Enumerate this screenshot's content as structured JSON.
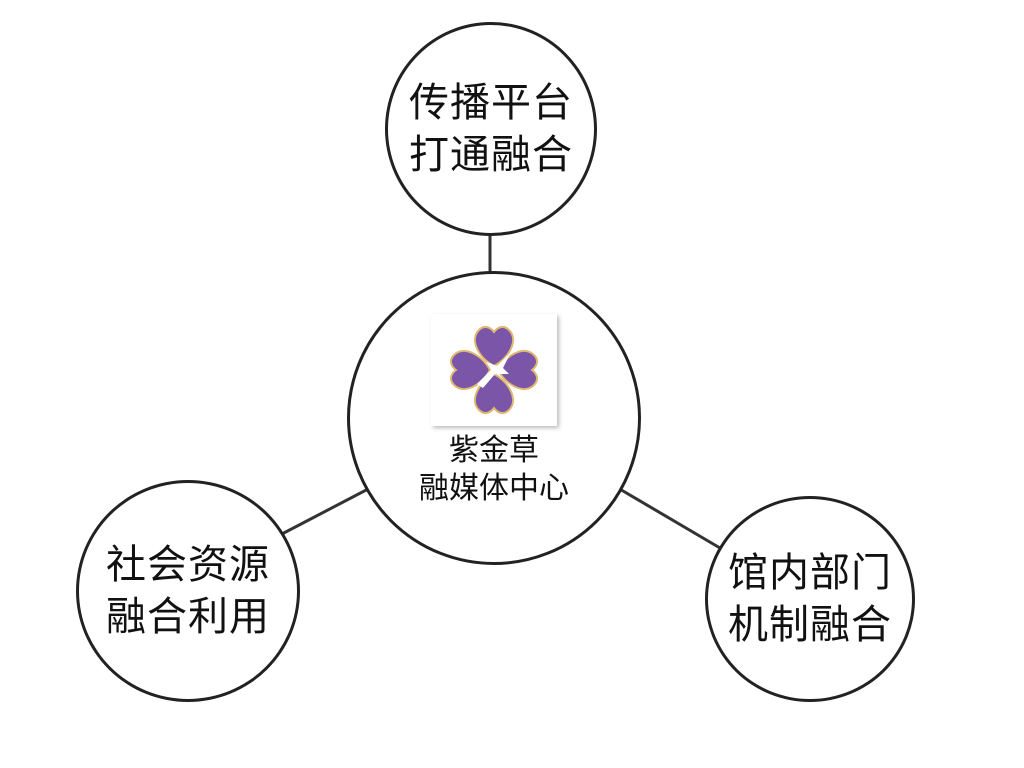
{
  "center": {
    "line1": "紫金草",
    "line2": "融媒体中心",
    "logo_color": "#7b55a8",
    "logo_edge": "#e0b870"
  },
  "top": {
    "line1": "传播平台",
    "line2": "打通融合"
  },
  "left": {
    "line1": "社会资源",
    "line2": "融合利用"
  },
  "right": {
    "line1": "馆内部门",
    "line2": "机制融合"
  }
}
